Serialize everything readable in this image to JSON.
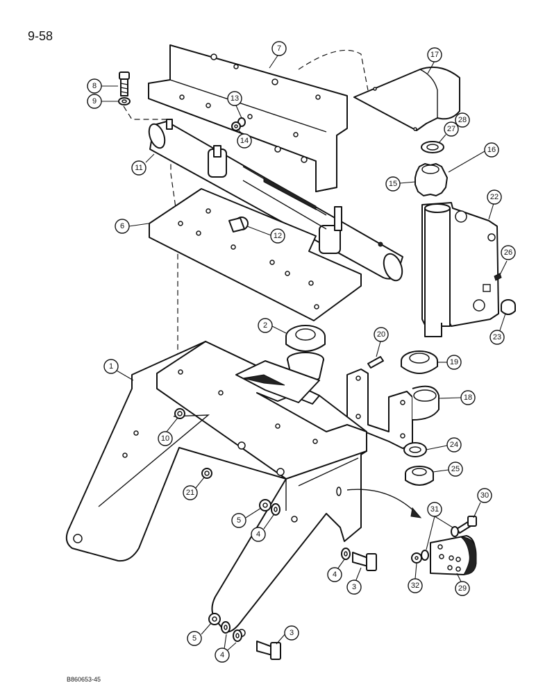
{
  "page_number": "9-58",
  "drawing_code": "B860653-45",
  "callouts": [
    {
      "number": "1"
    },
    {
      "number": "2"
    },
    {
      "number": "3"
    },
    {
      "number": "3"
    },
    {
      "number": "4"
    },
    {
      "number": "4"
    },
    {
      "number": "4"
    },
    {
      "number": "5"
    },
    {
      "number": "5"
    },
    {
      "number": "6"
    },
    {
      "number": "7"
    },
    {
      "number": "8"
    },
    {
      "number": "9"
    },
    {
      "number": "10"
    },
    {
      "number": "11"
    },
    {
      "number": "12"
    },
    {
      "number": "13"
    },
    {
      "number": "14"
    },
    {
      "number": "15"
    },
    {
      "number": "16"
    },
    {
      "number": "17"
    },
    {
      "number": "18"
    },
    {
      "number": "19"
    },
    {
      "number": "20"
    },
    {
      "number": "21"
    },
    {
      "number": "22"
    },
    {
      "number": "23"
    },
    {
      "number": "24"
    },
    {
      "number": "25"
    },
    {
      "number": "26"
    },
    {
      "number": "27"
    },
    {
      "number": "28"
    },
    {
      "number": "29"
    },
    {
      "number": "30"
    },
    {
      "number": "31"
    },
    {
      "number": "32"
    }
  ]
}
